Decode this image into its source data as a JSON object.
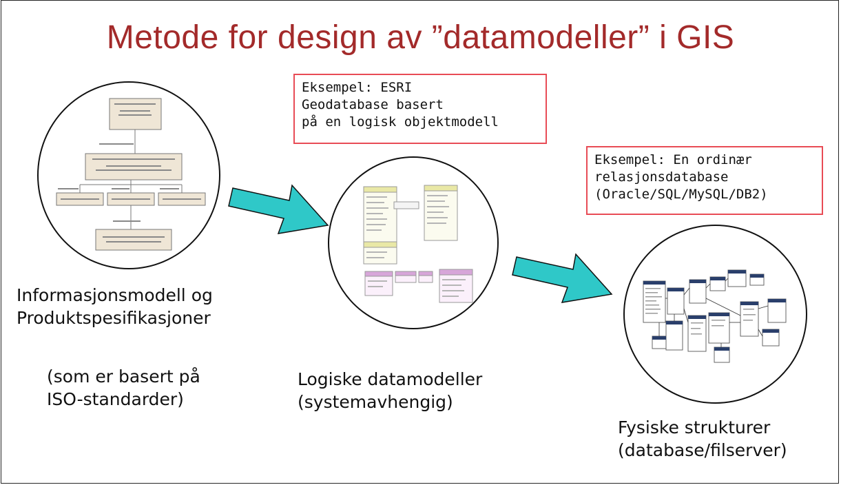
{
  "title": "Metode for design av ”datamodeller” i GIS",
  "callouts": {
    "esri": [
      "Eksempel: ESRI",
      "Geodatabase basert",
      "på en logisk objektmodell"
    ],
    "relational": [
      "Eksempel: En ordinær",
      "relasjonsdatabase",
      "(Oracle/SQL/MySQL/DB2)"
    ]
  },
  "labels": {
    "info_model": [
      "Informasjonsmodell og",
      "Produktspesifikasjoner"
    ],
    "iso_note": [
      "(som er basert på",
      "ISO-standarder)"
    ],
    "logical": [
      "Logiske datamodeller",
      "(systemavhengig)"
    ],
    "physical": [
      "Fysiske strukturer",
      "(database/filserver)"
    ]
  },
  "colors": {
    "title": "#a32a2a",
    "callout_border": "#e84b55",
    "arrow_fill": "#2fc8c8",
    "uml_fill": "#efe6d6"
  }
}
